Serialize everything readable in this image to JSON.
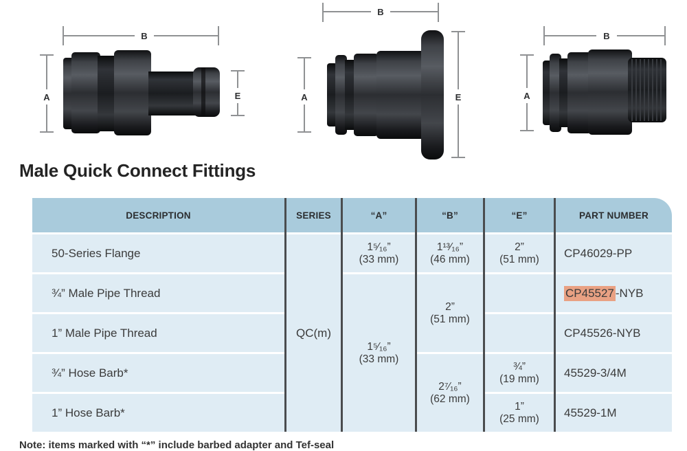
{
  "heading": "Male Quick Connect Fittings",
  "dims": {
    "a": "A",
    "b": "B",
    "e": "E"
  },
  "table": {
    "headers": {
      "description": "DESCRIPTION",
      "series": "SERIES",
      "a": "“A”",
      "b": "“B”",
      "e": "“E”",
      "part": "PART NUMBER"
    },
    "descriptions": [
      "50-Series Flange",
      "¾” Male Pipe Thread",
      "1” Male Pipe Thread",
      "¾” Hose Barb*",
      "1” Hose Barb*"
    ],
    "series_value": "QC(m)",
    "a": {
      "row1": "1⁵⁄₁₆”\n(33 mm)",
      "rows2to5": "1⁵⁄₁₆”\n(33 mm)"
    },
    "b": {
      "row1": "1¹³⁄₁₆”\n(46 mm)",
      "rows2to3": "2”\n(51 mm)",
      "rows4to5": "2⁷⁄₁₆”\n(62 mm)"
    },
    "e": {
      "row1": "2”\n(51 mm)",
      "row2": "",
      "row3": "",
      "row4": "¾”\n(19 mm)",
      "row5": "1”\n(25 mm)"
    },
    "parts": {
      "row1": "CP46029-PP",
      "row2_highlighted": "CP45527",
      "row2_suffix": "-NYB",
      "row3": "CP45526-NYB",
      "row4": "45529-3/4M",
      "row5": "45529-1M"
    }
  },
  "footnote": "Note: items marked with “*” include barbed adapter and Tef-seal",
  "colors": {
    "header_bg": "#a9cbdc",
    "row_bg": "#dfecf4",
    "divider": "#4a4c4e",
    "highlight": "#e9a183",
    "heading_text": "#242424",
    "body_text": "#3b3b3b"
  }
}
